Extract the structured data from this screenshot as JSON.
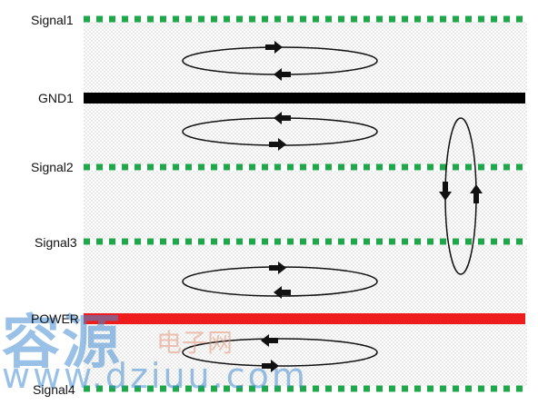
{
  "layers": [
    {
      "name": "Signal1",
      "kind": "signal"
    },
    {
      "name": "GND1",
      "kind": "ground"
    },
    {
      "name": "Signal2",
      "kind": "signal"
    },
    {
      "name": "Signal3",
      "kind": "signal"
    },
    {
      "name": "POWER",
      "kind": "power"
    },
    {
      "name": "Signal4",
      "kind": "signal"
    }
  ],
  "colors": {
    "signal": "#1fa84a",
    "ground": "#000000",
    "power": "#ee1c1c",
    "dielectric_dot": "#c8c8c8",
    "loop": "#111111"
  },
  "watermark": {
    "text_cn": "容源",
    "text_sub": "电子网",
    "url": "www.dziuu.com"
  }
}
